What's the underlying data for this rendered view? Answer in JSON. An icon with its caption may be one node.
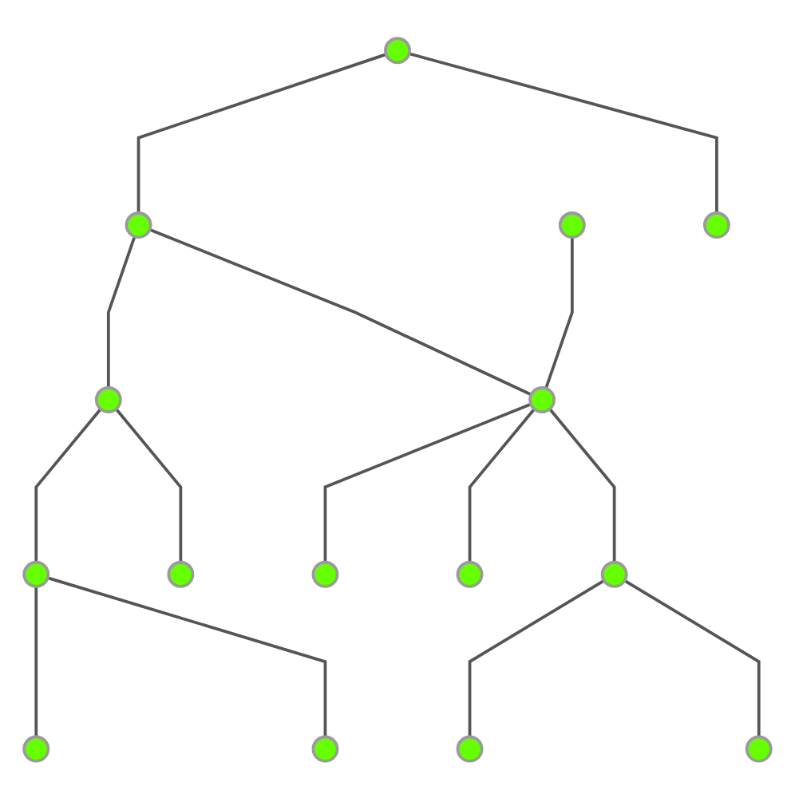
{
  "diagram": {
    "nodes": [
      {
        "text": [],
        "shape": "circle"
      },
      {
        "text": [],
        "shape": "circle"
      },
      {
        "text": [],
        "shape": "circle"
      },
      {
        "text": [],
        "shape": "circle"
      },
      {
        "text": [],
        "shape": "circle"
      },
      {
        "text": [],
        "shape": "circle"
      },
      {
        "text": [],
        "shape": "circle"
      },
      {
        "text": [],
        "shape": "circle"
      },
      {
        "text": [],
        "shape": "circle"
      },
      {
        "text": [],
        "shape": "circle"
      },
      {
        "text": [],
        "shape": "circle"
      },
      {
        "text": [],
        "shape": "circle"
      },
      {
        "text": [],
        "shape": "circle"
      },
      {
        "text": [],
        "shape": "circle"
      },
      {
        "text": [],
        "shape": "circle"
      }
    ],
    "edges": [
      {
        "from": 0,
        "to": 1,
        "arrow": "none"
      },
      {
        "from": 0,
        "to": 3,
        "arrow": "none"
      },
      {
        "from": 1,
        "to": 4,
        "arrow": "none"
      },
      {
        "from": 1,
        "to": 5,
        "arrow": "none"
      },
      {
        "from": 2,
        "to": 5,
        "arrow": "none"
      },
      {
        "from": 5,
        "to": 7,
        "arrow": "none"
      },
      {
        "from": 5,
        "to": 8,
        "arrow": "none"
      },
      {
        "from": 5,
        "to": 11,
        "arrow": "none"
      },
      {
        "from": 4,
        "to": 6,
        "arrow": "none"
      },
      {
        "from": 4,
        "to": 10,
        "arrow": "none"
      },
      {
        "from": 6,
        "to": 9,
        "arrow": "none"
      },
      {
        "from": 6,
        "to": 12,
        "arrow": "none"
      },
      {
        "from": 11,
        "to": 13,
        "arrow": "none"
      },
      {
        "from": 11,
        "to": 14,
        "arrow": "none"
      }
    ]
  }
}
